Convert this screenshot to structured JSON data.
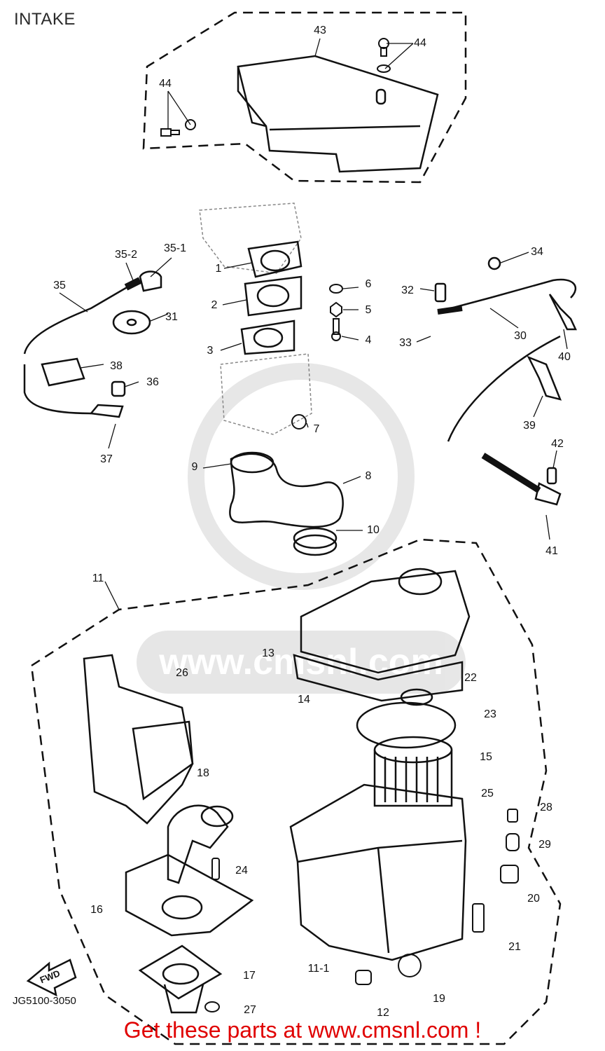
{
  "diagram": {
    "title": "INTAKE",
    "drawing_code": "JG5100-3050",
    "fwd_label": "FWD",
    "footer": "Get these parts at www.cmsnl.com !",
    "watermark_text": "www.cmsnl.com",
    "part_labels": [
      "43",
      "44",
      "44",
      "1",
      "2",
      "3",
      "4",
      "5",
      "6",
      "7",
      "8",
      "9",
      "10",
      "11",
      "11-1",
      "12",
      "13",
      "14",
      "15",
      "16",
      "17",
      "18",
      "19",
      "20",
      "21",
      "22",
      "23",
      "24",
      "25",
      "26",
      "27",
      "28",
      "29",
      "30",
      "31",
      "32",
      "33",
      "34",
      "35",
      "35-1",
      "35-2",
      "36",
      "37",
      "38",
      "39",
      "40",
      "41",
      "42"
    ]
  }
}
